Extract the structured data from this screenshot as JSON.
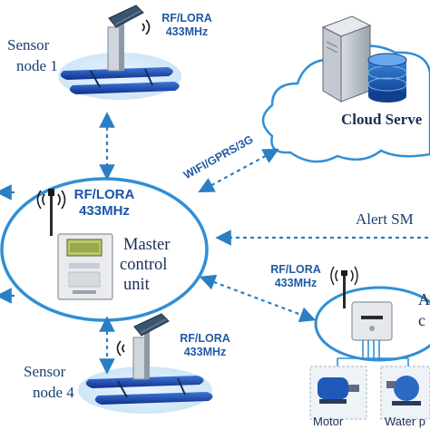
{
  "sensor_node_1": {
    "name_line1": "Sensor",
    "name_line2": "node 1",
    "rf_line1": "RF/LORA",
    "rf_line2": "433MHz"
  },
  "sensor_node_4": {
    "name_line1": "Sensor",
    "name_line2": "node 4",
    "rf_line1": "RF/LORA",
    "rf_line2": "433MHz"
  },
  "cloud": {
    "label": "Cloud Serve"
  },
  "link_cloud": {
    "label": "WIFI/GPRS/3G"
  },
  "master": {
    "rf_line1": "RF/LORA",
    "rf_line2": "433MHz",
    "line1": "Master",
    "line2": "control",
    "line3": "unit"
  },
  "alert": {
    "label": "Alert SM"
  },
  "actuator": {
    "rf_line1": "RF/LORA",
    "rf_line2": "433MHz",
    "clipped_line1": "A",
    "clipped_line2": "c",
    "motor_label": "Motor",
    "water_label": "Water p"
  },
  "colors": {
    "ellipse": "#2f8fd6",
    "dashed_arrow": "#2a7fc4",
    "pontoon": "#1d4fb0",
    "text": "#16407a"
  }
}
